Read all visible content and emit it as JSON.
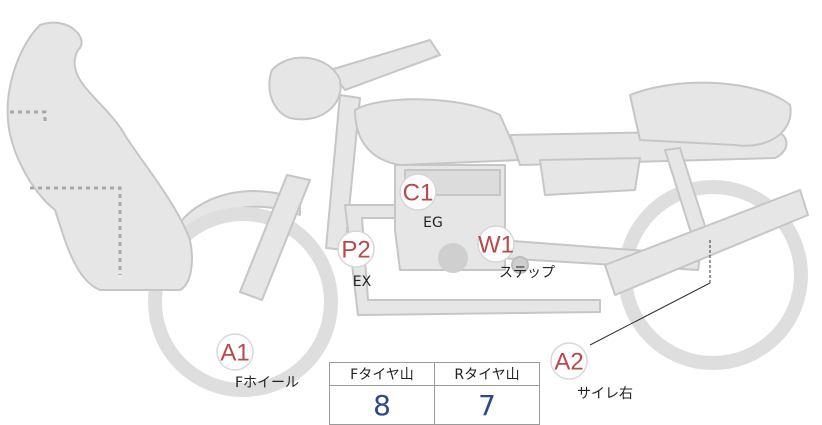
{
  "markers": [
    {
      "id": "A1",
      "code": "A1",
      "label": "Fホイール"
    },
    {
      "id": "P2",
      "code": "P2",
      "label": "EX"
    },
    {
      "id": "C1",
      "code": "C1",
      "label": "EG"
    },
    {
      "id": "W1",
      "code": "W1",
      "label": "ステップ"
    },
    {
      "id": "A2",
      "code": "A2",
      "label": "サイレ右"
    }
  ],
  "tire_table": {
    "front_header": "Fタイヤ山",
    "rear_header": "Rタイヤ山",
    "front_value": "8",
    "rear_value": "7"
  },
  "colors": {
    "bike_fill": "#e6e6e6",
    "bike_stroke": "#c4c4c4",
    "marker_text": "#b84a4a",
    "value_text": "#2c4a8a",
    "dotted_line": "#a8a8a8"
  }
}
